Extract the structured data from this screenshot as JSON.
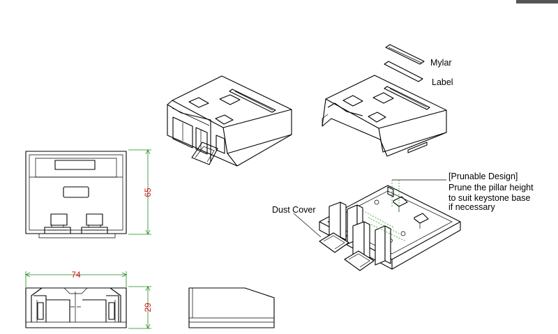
{
  "labels": {
    "mylar": "Mylar",
    "label": "Label",
    "dust_cover": "Dust Cover",
    "prunable_title": "[Prunable Design]",
    "prunable_line1": "Prune the pillar height",
    "prunable_line2": "to suit keystone base",
    "prunable_line3": "if necessary"
  },
  "dimensions": {
    "height": "65",
    "width": "74",
    "depth": "29"
  },
  "colors": {
    "dimension_text": "#d0141a",
    "dimension_line": "#1a8a1a",
    "guide_line": "#2aa02a"
  }
}
